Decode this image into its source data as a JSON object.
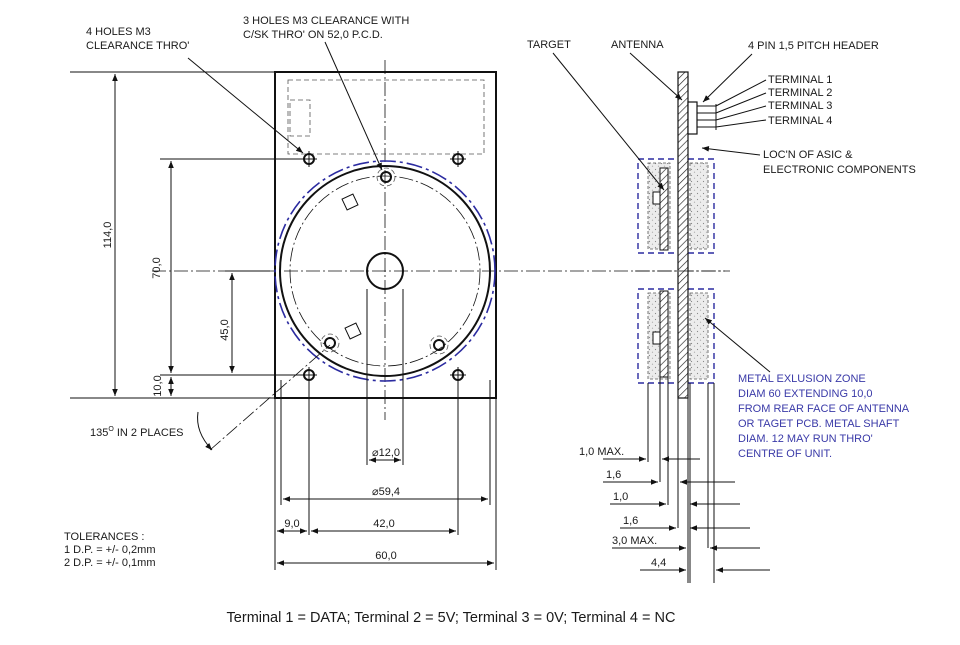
{
  "labels": {
    "holes_m3_line1": "4 HOLES M3",
    "holes_m3_line2": "CLEARANCE THRO'",
    "csk_line1": "3 HOLES M3 CLEARANCE WITH",
    "csk_line2": "C/SK THRO' ON 52,0 P.C.D.",
    "target": "TARGET",
    "antenna": "ANTENNA",
    "header": "4 PIN 1,5 PITCH HEADER",
    "terminals": [
      "TERMINAL 1",
      "TERMINAL 2",
      "TERMINAL 3",
      "TERMINAL 4"
    ],
    "asic_line1": "LOC'N OF ASIC &",
    "asic_line2": "ELECTRONIC COMPONENTS",
    "exclusion": [
      "METAL EXLUSION ZONE",
      "DIAM 60 EXTENDING 10,0",
      "FROM REAR FACE OF ANTENNA",
      "OR TAGET PCB.  METAL SHAFT",
      "DIAM. 12 MAY RUN THRO'",
      "CENTRE OF UNIT."
    ],
    "angle_value": "135",
    "angle_sup": "O",
    "angle_rest": " IN 2 PLACES",
    "tolerances": [
      "TOLERANCES :",
      "1 D.P. = +/- 0,2mm",
      "2 D.P. = +/- 0,1mm"
    ]
  },
  "dimensions": {
    "height_114": "114,0",
    "height_70": "70,0",
    "height_45": "45,0",
    "height_10": "10,0",
    "dia_12_sym": "⌀",
    "dia_12": "12,0",
    "dia_59_sym": "⌀",
    "dia_59": "59,4",
    "w_9": "9,0",
    "w_42": "42,0",
    "w_60": "60,0",
    "side": [
      "1,0 MAX.",
      "1,6",
      "1,0",
      "1,6",
      "3,0 MAX.",
      "4,4"
    ]
  },
  "caption": "Terminal 1 = DATA; Terminal 2 = 5V; Terminal 3 = 0V; Terminal 4 = NC",
  "colors": {
    "line": "#111111",
    "exclusion_blue": "#2b2ba0"
  }
}
